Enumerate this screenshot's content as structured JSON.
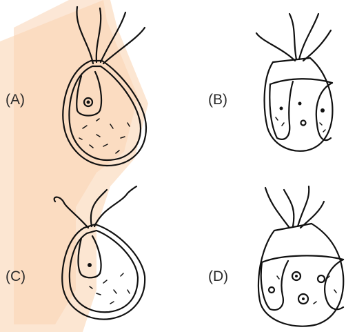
{
  "labels": {
    "a": "(A)",
    "b": "(B)",
    "c": "(C)",
    "d": "(D)"
  },
  "colors": {
    "ink": "#111111",
    "watermark": "#f6b077"
  }
}
